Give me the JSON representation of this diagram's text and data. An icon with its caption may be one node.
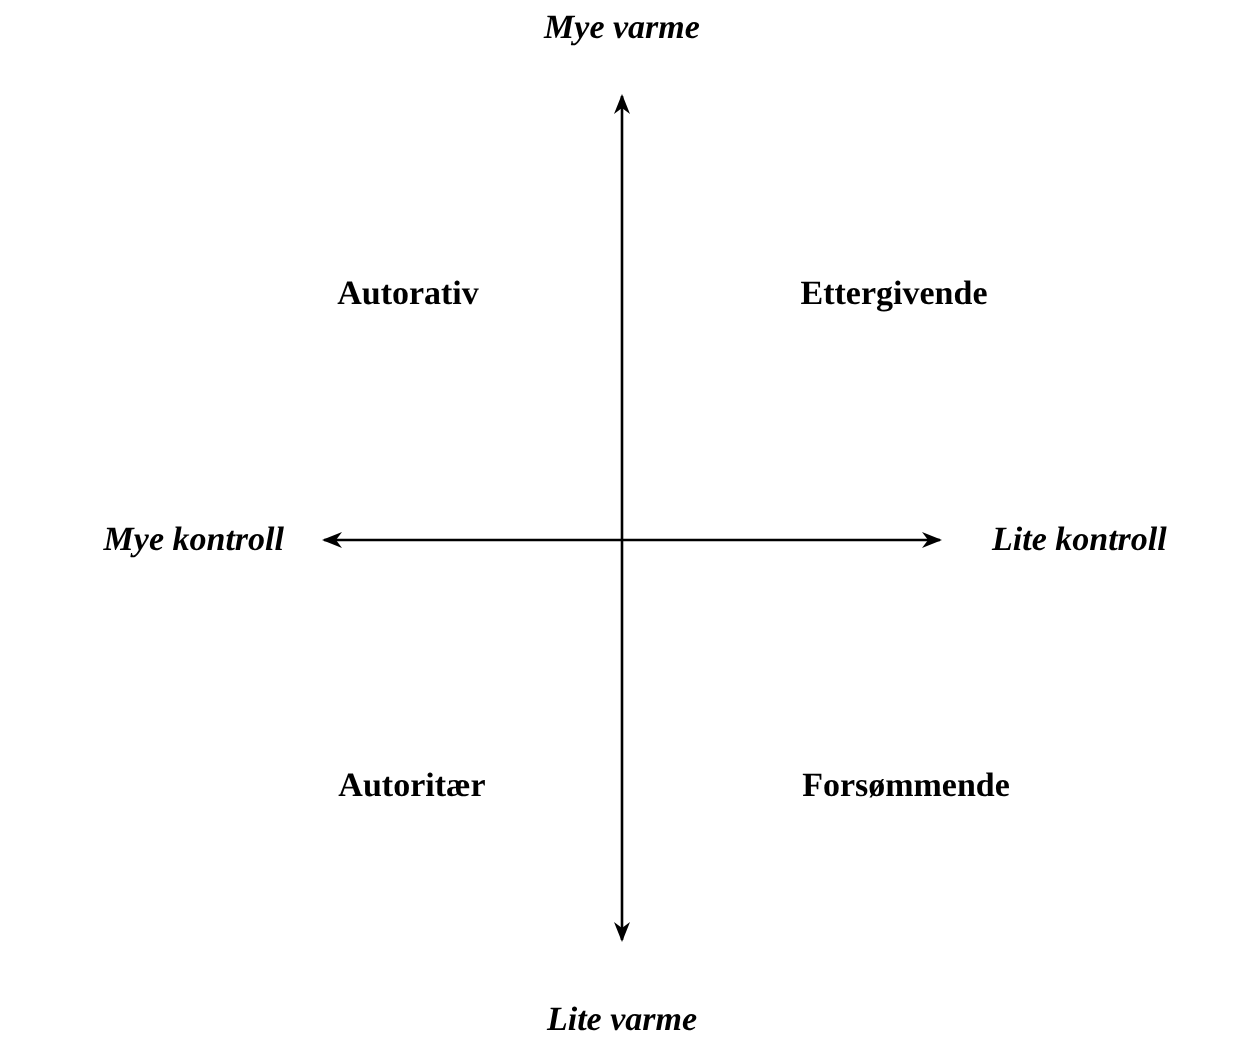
{
  "diagram": {
    "labels": [
      "Mye varme",
      "Autorativ",
      "Ettergivende",
      "Mye kontroll",
      "Lite kontroll",
      "Autoritær",
      "Forsømmende",
      "Lite varme"
    ]
  }
}
